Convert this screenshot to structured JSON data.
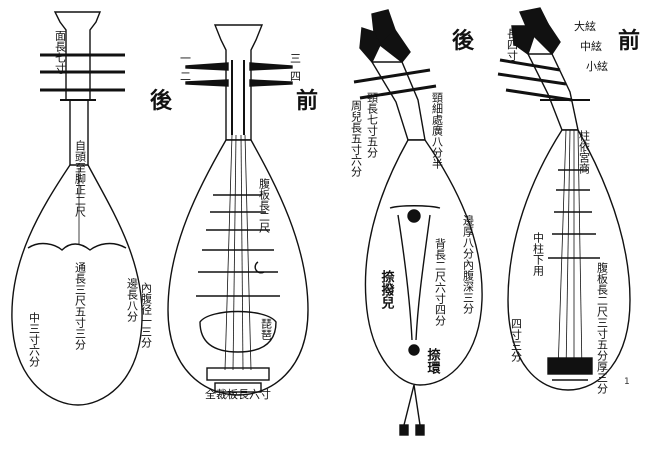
{
  "headings": {
    "back_left": "後",
    "front_left": "前",
    "back_right": "後",
    "front_right": "前"
  },
  "pipa_back_left": {
    "neck_label": "面長七寸",
    "belly_label": "通長三尺五寸三分",
    "side_label": "邊長八分",
    "waist_label": "中三寸六分",
    "lower_label": "自頭至脚正二尺",
    "side_label_2": "內腹径一三分"
  },
  "pipa_front_left": {
    "peg_labels": [
      "一",
      "二",
      "三",
      "四"
    ],
    "fret_label": "腹板長二尺",
    "bridge_label": "琵琶",
    "bottom_label": "全裁板長六寸"
  },
  "pipa_back_right": {
    "neck_label": "頸長七寸五分",
    "body_label": "頸細處廣八分半",
    "knob_label_a": "捺撥兒",
    "knob_label_b": "捺環",
    "back_label": "背長二尺六寸四分",
    "side_label": "周兒長五寸六分",
    "edge_label": "邊厚八分內腹深三分"
  },
  "pipa_front_right": {
    "peg_labels": [
      "長四寸",
      "大絃",
      "中絃",
      "小絃"
    ],
    "fret_label": "柱依宮商",
    "middle_label": "中柱下用",
    "body_label": "腹板長二尺三寸五分厚三分",
    "low_label": "四寸三分"
  },
  "page_mark": "1"
}
